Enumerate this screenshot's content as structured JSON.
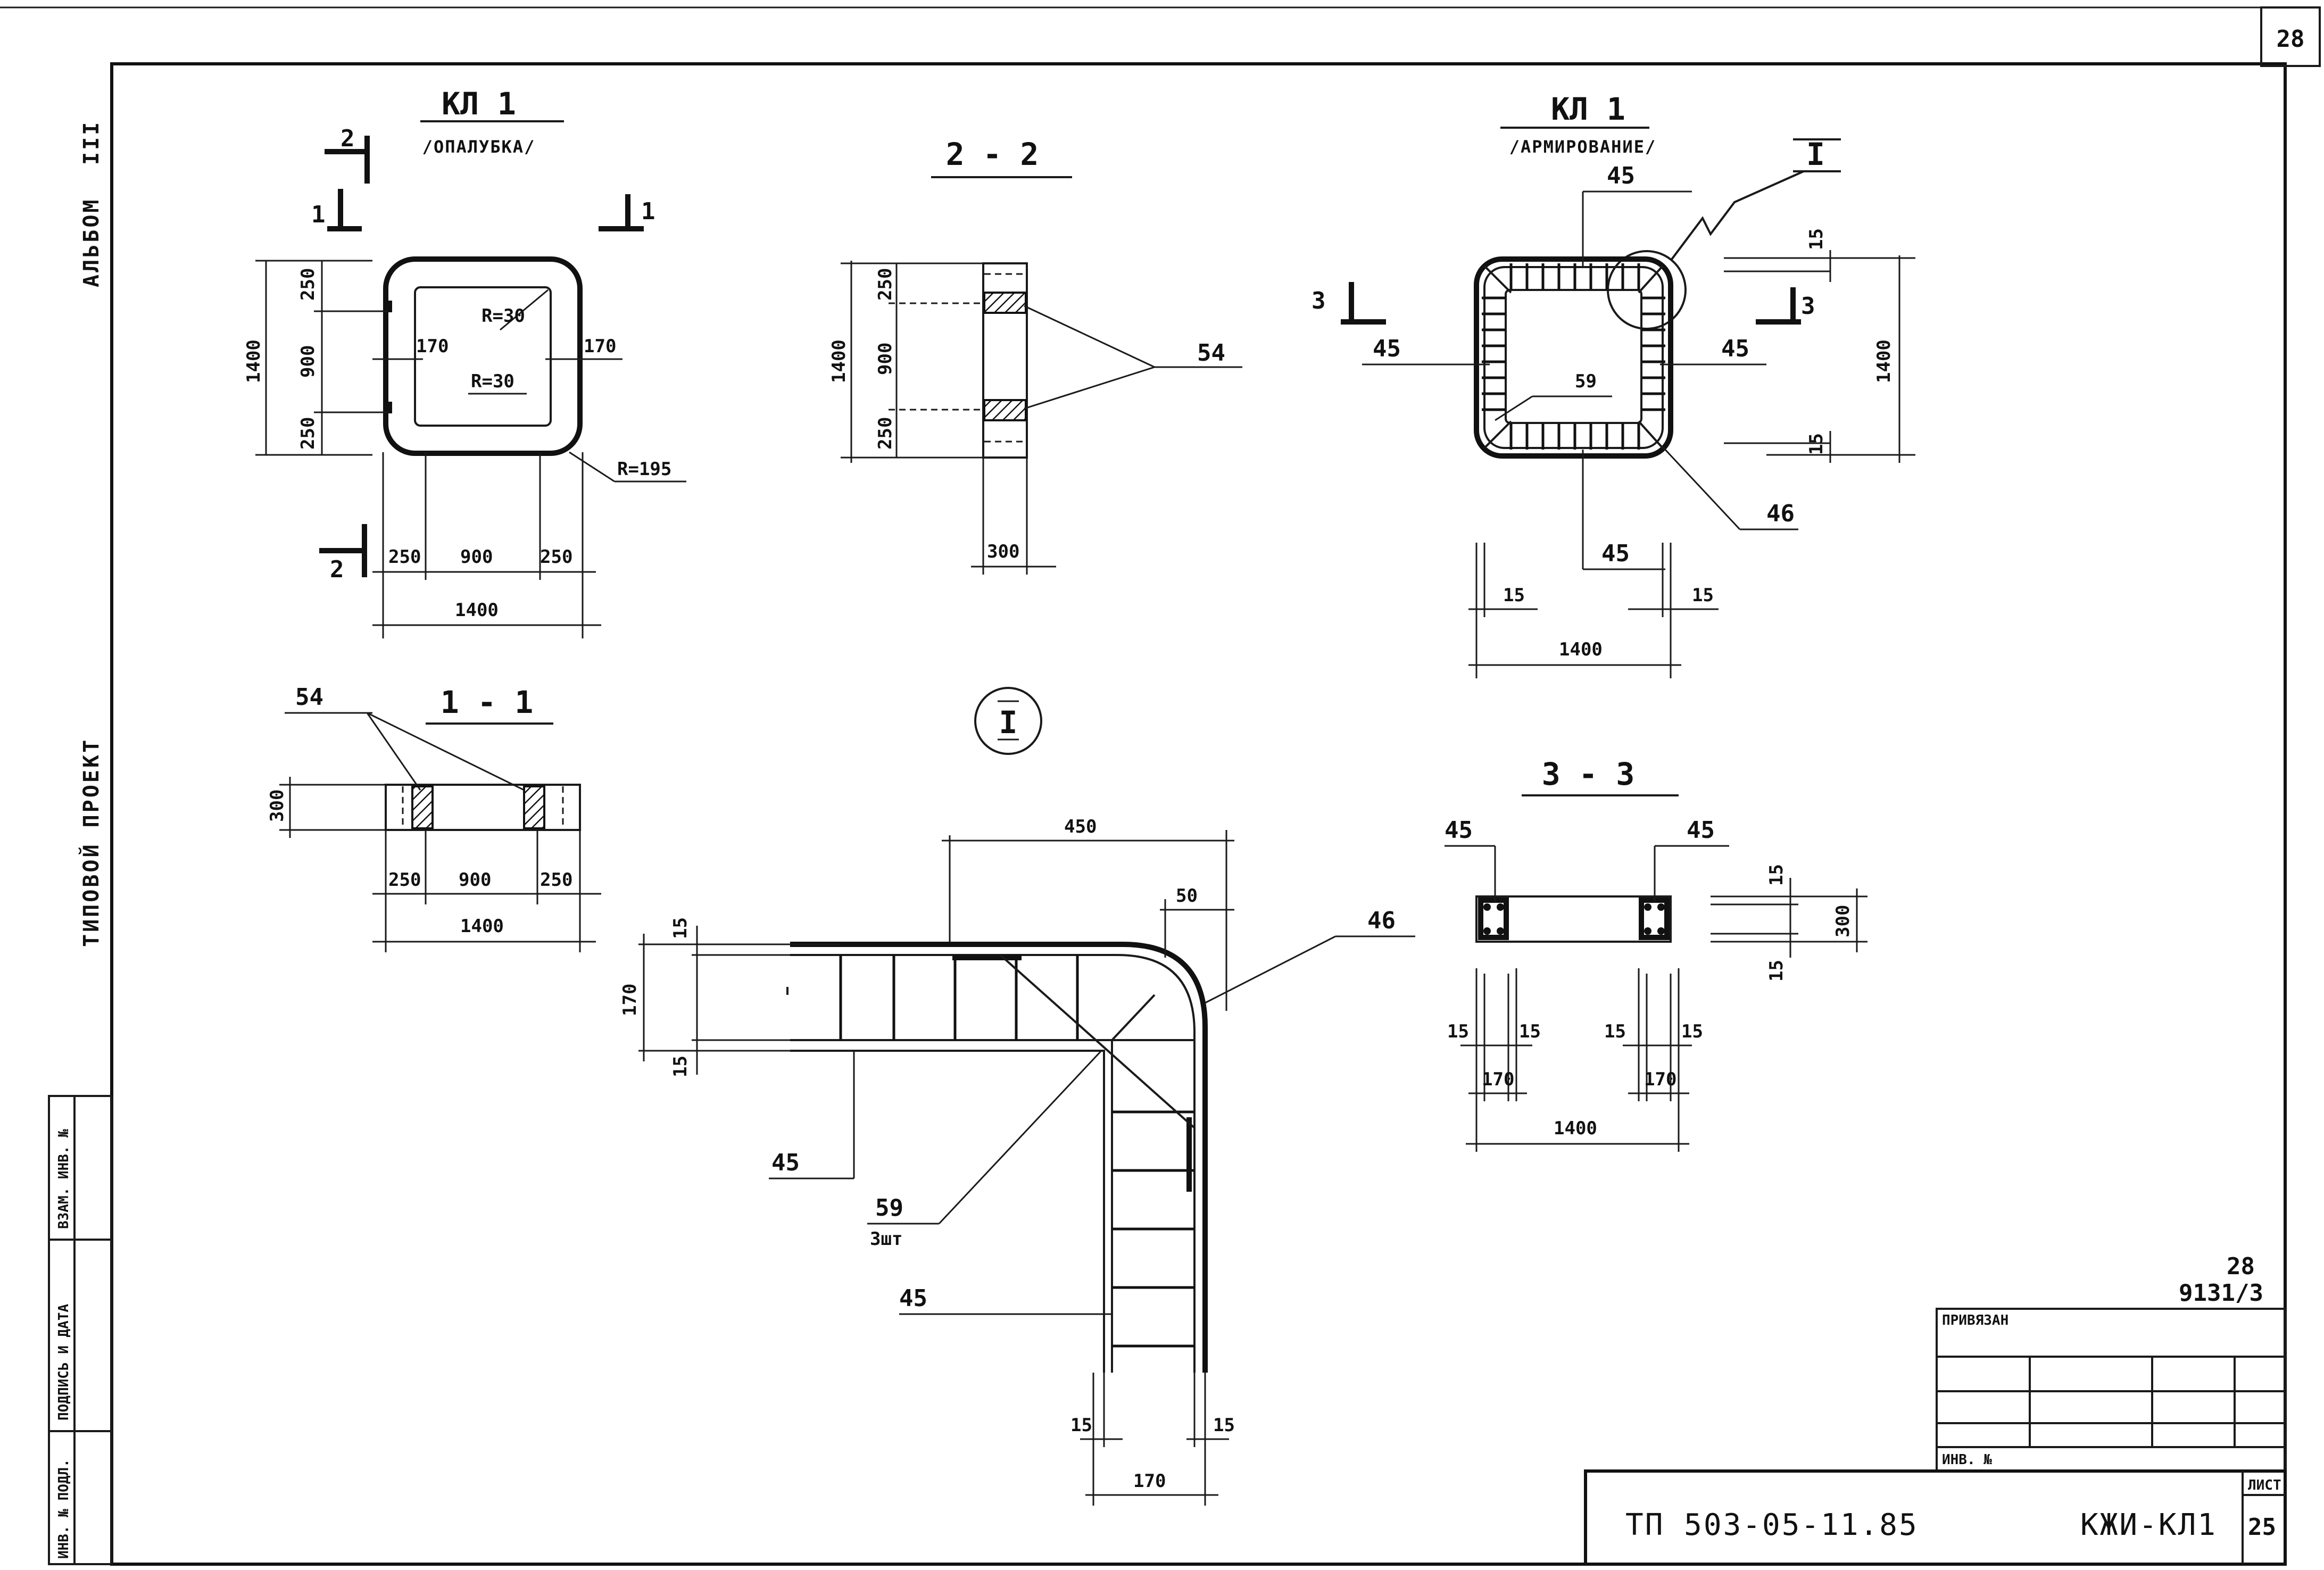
{
  "page_number": "28",
  "side_labels": {
    "album": "АЛЬБОМ",
    "album_no": "III",
    "project": "ТИПОВОЙ ПРОЕКТ"
  },
  "side_stamp": {
    "inv_podl": "ИНВ. № ПОДЛ.",
    "podpis": "ПОДПИСЬ И ДАТА",
    "vzam": "ВЗАМ. ИНВ. №"
  },
  "view_formwork": {
    "title": "КЛ 1",
    "subtitle": "/ОПАЛУБКА/",
    "dims": [
      "1400",
      "250",
      "900",
      "250",
      "170",
      "170",
      "R=30",
      "R=30",
      "R=195",
      "250",
      "900",
      "250",
      "1400"
    ],
    "section_marks": [
      "2",
      "1",
      "1",
      "2"
    ]
  },
  "section_2_2": {
    "title": "2 - 2",
    "dims": [
      "1400",
      "250",
      "900",
      "250",
      "300"
    ],
    "leader": "54"
  },
  "view_rebar": {
    "title": "КЛ 1",
    "subtitle": "/АРМИРОВАНИЕ/",
    "node_mark": "I",
    "dims": [
      "45",
      "15",
      "45",
      "45",
      "59",
      "1400",
      "15",
      "46",
      "45",
      "15",
      "15",
      "1400"
    ],
    "section_marks": [
      "3",
      "3"
    ]
  },
  "section_1_1": {
    "title": "1 - 1",
    "leader": "54",
    "dims": [
      "300",
      "250",
      "900",
      "250",
      "1400"
    ]
  },
  "node_I": {
    "mark": "I",
    "dims": [
      "450",
      "50",
      "46",
      "15",
      "170",
      "15",
      "45",
      "59",
      "3шт",
      "45",
      "15",
      "15",
      "170"
    ]
  },
  "section_3_3": {
    "title": "3 - 3",
    "dims": [
      "45",
      "45",
      "15",
      "300",
      "15",
      "15",
      "15",
      "15",
      "15",
      "170",
      "170",
      "1400"
    ]
  },
  "title_block": {
    "number_hand": "28",
    "archive_no": "9131/3",
    "privyazan": "ПРИВЯЗАН",
    "inv_no": "ИНВ. №",
    "project_code": "ТП 503-05-11.85",
    "mark": "КЖИ-КЛ1",
    "list_label": "ЛИСТ",
    "list_no": "25"
  }
}
